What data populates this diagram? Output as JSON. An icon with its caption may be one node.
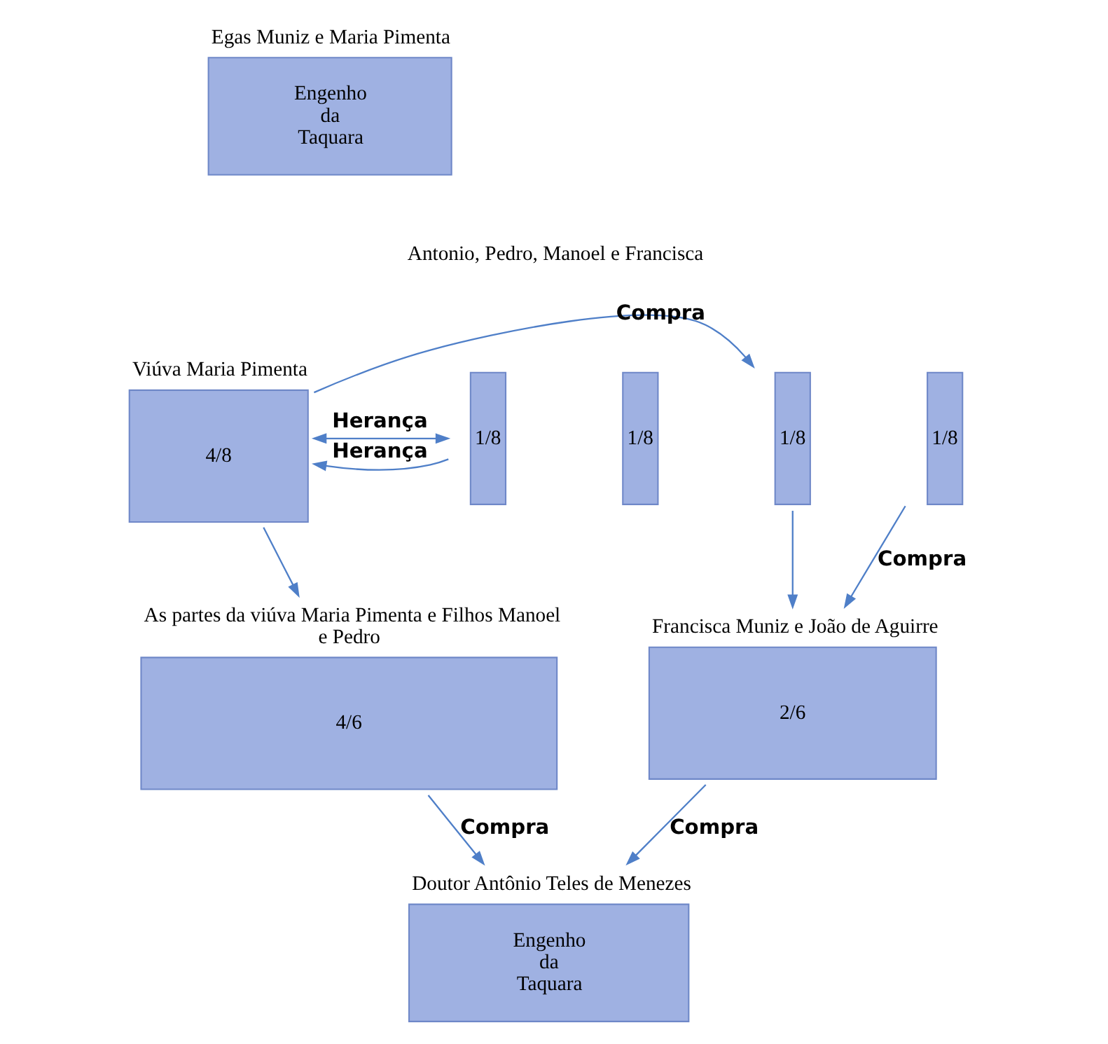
{
  "diagram": {
    "nodes": [
      {
        "text": [
          "Egas Muniz e Maria Pimenta",
          "Engenho da Taquara"
        ]
      },
      {
        "text": [
          "Viúva Maria Pimenta",
          "4/8"
        ]
      },
      {
        "text": [
          "1/8"
        ]
      },
      {
        "text": [
          "1/8"
        ]
      },
      {
        "text": [
          "1/8"
        ]
      },
      {
        "text": [
          "1/8"
        ]
      },
      {
        "text": [
          "As partes da viúva Maria Pimenta e Filhos Manoel e Pedro",
          "4/6"
        ]
      },
      {
        "text": [
          "Francisca Muniz e João de Aguirre",
          "2/6"
        ]
      },
      {
        "text": [
          "Doutor Antônio Teles de Menezes",
          "Engenho da Taquara"
        ]
      }
    ],
    "edges": [
      {
        "from": 1,
        "to": 2,
        "arrow": "both",
        "label": "Herança"
      },
      {
        "from": 2,
        "to": 1,
        "arrow": "to",
        "label": "Herança"
      },
      {
        "from": 1,
        "to": 6,
        "arrow": "to"
      },
      {
        "from": 1,
        "to": 4,
        "arrow": "to",
        "label": "Compra"
      },
      {
        "from": 4,
        "to": 7,
        "arrow": "to"
      },
      {
        "from": 5,
        "to": 7,
        "arrow": "to",
        "label": "Compra"
      },
      {
        "from": 6,
        "to": 8,
        "arrow": "to",
        "label": "Compra"
      },
      {
        "from": 7,
        "to": 8,
        "arrow": "to",
        "label": "Compra"
      }
    ],
    "labels": [
      "Antonio, Pedro, Manoel e Francisca"
    ]
  }
}
